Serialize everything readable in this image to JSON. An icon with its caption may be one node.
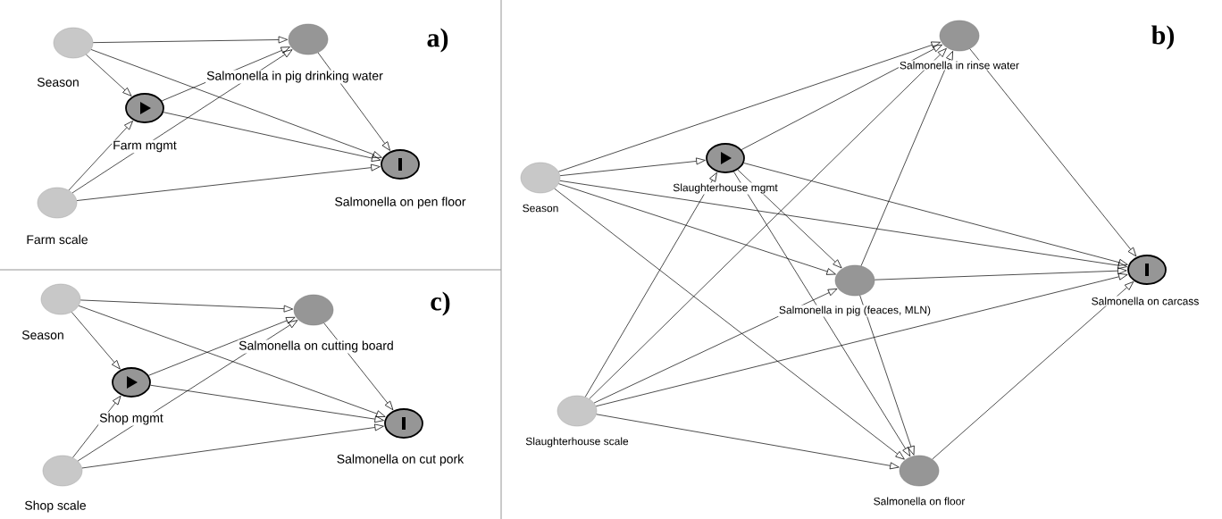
{
  "diagram": {
    "nodes": [
      {
        "text": [
          "Season"
        ]
      },
      {
        "text": [
          "Salmonella in pig drinking water"
        ]
      },
      {
        "text": [
          "Farm mgmt"
        ]
      },
      {
        "text": [
          "Salmonella on pen floor"
        ]
      },
      {
        "text": [
          "Farm scale"
        ]
      },
      {
        "text": [
          "Season"
        ]
      },
      {
        "text": [
          "Salmonella on cutting board"
        ]
      },
      {
        "text": [
          "Shop mgmt"
        ]
      },
      {
        "text": [
          "Salmonella on cut pork"
        ]
      },
      {
        "text": [
          "Shop scale"
        ]
      },
      {
        "text": [
          "Season"
        ]
      },
      {
        "text": [
          "Slaughterhouse mgmt"
        ]
      },
      {
        "text": [
          "Salmonella in rinse water"
        ]
      },
      {
        "text": [
          "Salmonella in pig (feaces, MLN)"
        ]
      },
      {
        "text": [
          "Salmonella on carcass"
        ]
      },
      {
        "text": [
          "Slaughterhouse scale"
        ]
      },
      {
        "text": [
          "Salmonella on floor"
        ]
      }
    ],
    "edges": [
      {
        "from": 0,
        "to": 1,
        "arrow": "to"
      },
      {
        "from": 0,
        "to": 2,
        "arrow": "to"
      },
      {
        "from": 0,
        "to": 3,
        "arrow": "to"
      },
      {
        "from": 2,
        "to": 1,
        "arrow": "to"
      },
      {
        "from": 2,
        "to": 3,
        "arrow": "to"
      },
      {
        "from": 4,
        "to": 2,
        "arrow": "to"
      },
      {
        "from": 4,
        "to": 1,
        "arrow": "to"
      },
      {
        "from": 4,
        "to": 3,
        "arrow": "to"
      },
      {
        "from": 1,
        "to": 3,
        "arrow": "to"
      },
      {
        "from": 5,
        "to": 6,
        "arrow": "to"
      },
      {
        "from": 5,
        "to": 7,
        "arrow": "to"
      },
      {
        "from": 5,
        "to": 8,
        "arrow": "to"
      },
      {
        "from": 7,
        "to": 6,
        "arrow": "to"
      },
      {
        "from": 7,
        "to": 8,
        "arrow": "to"
      },
      {
        "from": 9,
        "to": 7,
        "arrow": "to"
      },
      {
        "from": 9,
        "to": 6,
        "arrow": "to"
      },
      {
        "from": 9,
        "to": 8,
        "arrow": "to"
      },
      {
        "from": 6,
        "to": 8,
        "arrow": "to"
      },
      {
        "from": 10,
        "to": 12,
        "arrow": "to"
      },
      {
        "from": 10,
        "to": 11,
        "arrow": "to"
      },
      {
        "from": 10,
        "to": 14,
        "arrow": "to"
      },
      {
        "from": 10,
        "to": 13,
        "arrow": "to"
      },
      {
        "from": 10,
        "to": 16,
        "arrow": "to"
      },
      {
        "from": 11,
        "to": 12,
        "arrow": "to"
      },
      {
        "from": 11,
        "to": 14,
        "arrow": "to"
      },
      {
        "from": 11,
        "to": 13,
        "arrow": "to"
      },
      {
        "from": 11,
        "to": 16,
        "arrow": "to"
      },
      {
        "from": 15,
        "to": 11,
        "arrow": "to"
      },
      {
        "from": 15,
        "to": 12,
        "arrow": "to"
      },
      {
        "from": 15,
        "to": 13,
        "arrow": "to"
      },
      {
        "from": 15,
        "to": 14,
        "arrow": "to"
      },
      {
        "from": 15,
        "to": 16,
        "arrow": "to"
      },
      {
        "from": 13,
        "to": 12,
        "arrow": "to"
      },
      {
        "from": 13,
        "to": 14,
        "arrow": "to"
      },
      {
        "from": 13,
        "to": 16,
        "arrow": "to"
      },
      {
        "from": 12,
        "to": 14,
        "arrow": "to"
      },
      {
        "from": 16,
        "to": 14,
        "arrow": "to"
      }
    ],
    "labels": [
      "a)",
      "b)",
      "c)"
    ]
  }
}
